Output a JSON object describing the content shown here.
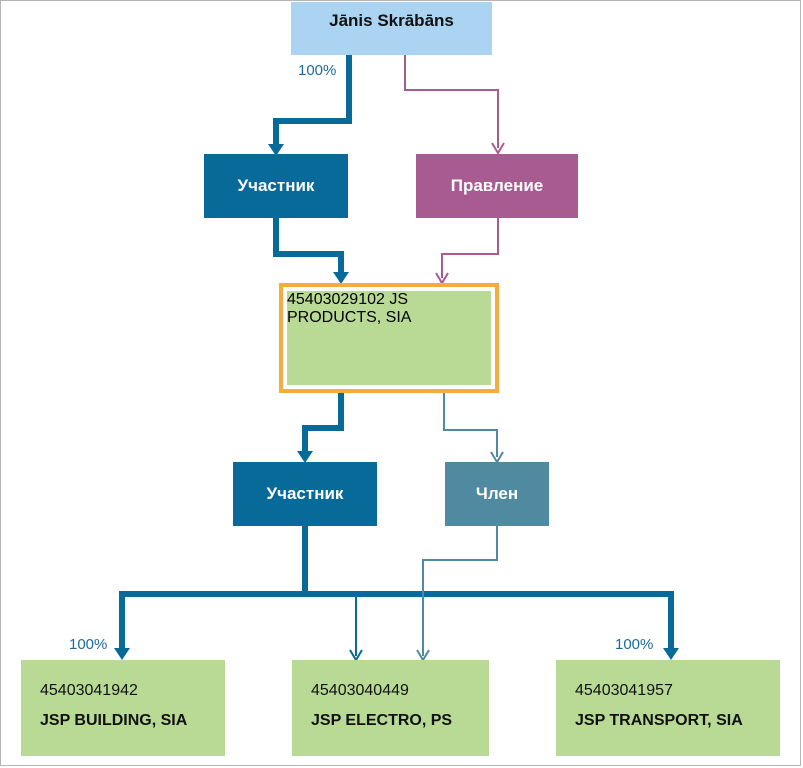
{
  "owner": {
    "name": "Jānis Skrābāns"
  },
  "roles": {
    "member_top": "Участник",
    "board": "Правление",
    "member_bottom": "Участник",
    "chlen": "Член"
  },
  "main_company": {
    "reg_no": "45403029102",
    "name": "JS PRODUCTS, SIA"
  },
  "subsidiaries": [
    {
      "reg_no": "45403041942",
      "name": "JSP BUILDING, SIA"
    },
    {
      "reg_no": "45403040449",
      "name": "JSP ELECTRO, PS"
    },
    {
      "reg_no": "45403041957",
      "name": "JSP TRANSPORT, SIA"
    }
  ],
  "shares": {
    "owner_to_member": "100%",
    "to_building": "100%",
    "to_transport": "100%"
  },
  "colors": {
    "owner_box": "#aad4f2",
    "member": "#086a99",
    "board": "#a85b91",
    "chlen": "#4f8aa0",
    "company": "#b8da94",
    "highlight_border": "#f3ac3d"
  }
}
